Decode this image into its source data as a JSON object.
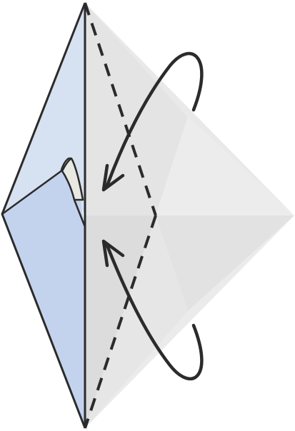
{
  "colors": {
    "background": "#ffffff",
    "outline": "#2b2b2b",
    "paper_blue_light": "#d6e1f2",
    "paper_blue_mid": "#c3d3ee",
    "paper_blue_dark": "#b8cbec",
    "ghost_gray_1": "#ececec",
    "ghost_gray_2": "#e3e3e3",
    "ghost_gray_3": "#dcdcdc",
    "ghost_gray_4": "#e8e8e8",
    "ghost_gray_5": "#f1f1f1",
    "curl_fill": "#e9e9e4"
  },
  "diagram": {
    "subject": "origami-fold-step",
    "fold_line_style": "dashed",
    "arrow_count": 2,
    "arrow_direction": "fold-in-toward-center"
  }
}
